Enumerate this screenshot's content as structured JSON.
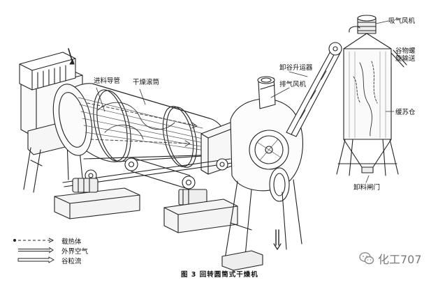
{
  "labels": {
    "feed_pipe": "进料导管",
    "drum": "干燥滚筒",
    "grain_elevator": "卸谷升运器",
    "exhaust_fan": "排气风机",
    "suction_fan": "吸气风机",
    "screw_conveyor": "谷物螺旋输送",
    "buffer_bin": "缓苏仓",
    "discharge_gate": "卸料闸门"
  },
  "legend": [
    {
      "text": "载热体",
      "style": "dashed"
    },
    {
      "text": "外界空气",
      "style": "double"
    },
    {
      "text": "谷粒流",
      "style": "hollow"
    }
  ],
  "caption": "图 3   回转圆筒式干燥机",
  "watermark": {
    "text": "化工707",
    "icon": "wechat-icon"
  }
}
